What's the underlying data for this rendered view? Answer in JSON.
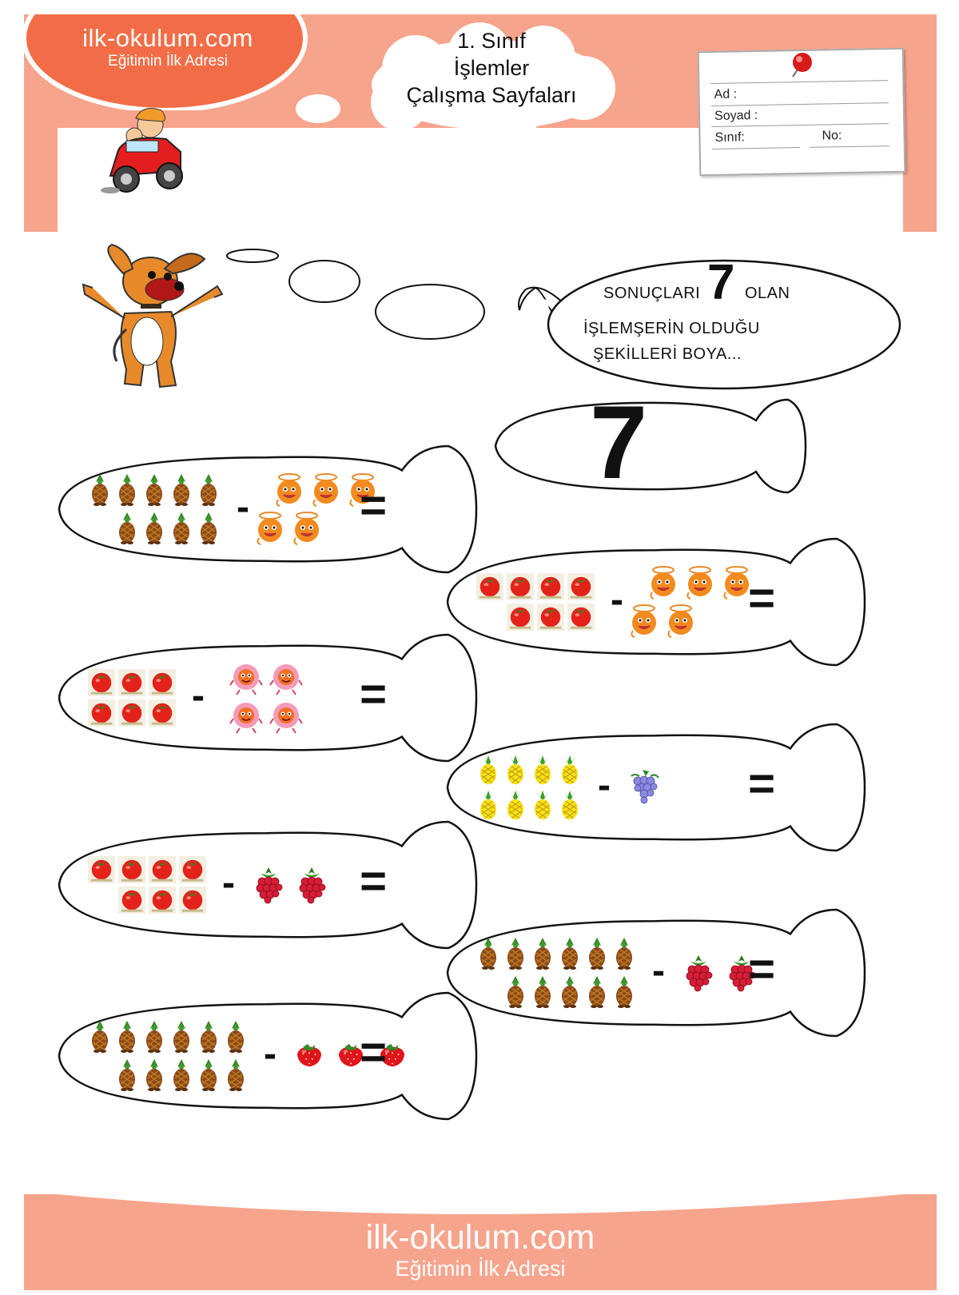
{
  "header": {
    "logo_title": "ilk-okulum.com",
    "logo_subtitle": "Eğitimin İlk Adresi",
    "title_lines": [
      "1. Sınıf",
      "İşlemler",
      "Çalışma Sayfaları"
    ]
  },
  "name_card": {
    "name_label": "Ad :",
    "surname_label": "Soyad :",
    "class_label": "Sınıf:",
    "number_label": "No:"
  },
  "instruction": {
    "line1_a": "SONUÇLARI",
    "number": "7",
    "line1_b": "OLAN",
    "line2": "İŞLEMŞERİN OLDUĞU",
    "line3": "ŞEKİLLERİ BOYA..."
  },
  "target_number": "7",
  "operators": {
    "minus": "-",
    "equals": "="
  },
  "exercises": [
    {
      "left_fruit": "pineapple-brown",
      "left_count": 9,
      "right_fruit": "orange",
      "right_count": 5
    },
    {
      "left_fruit": "tomato",
      "left_count": 7,
      "right_fruit": "orange",
      "right_count": 5
    },
    {
      "left_fruit": "tomato",
      "left_count": 6,
      "right_fruit": "pink-donut",
      "right_count": 4
    },
    {
      "left_fruit": "pineapple-yellow",
      "left_count": 8,
      "right_fruit": "grape",
      "right_count": 1
    },
    {
      "left_fruit": "tomato",
      "left_count": 7,
      "right_fruit": "raspberry",
      "right_count": 2
    },
    {
      "left_fruit": "pineapple-brown",
      "left_count": 11,
      "right_fruit": "raspberry",
      "right_count": 2
    },
    {
      "left_fruit": "pineapple-brown",
      "left_count": 11,
      "right_fruit": "strawberry",
      "right_count": 3
    }
  ],
  "footer": {
    "title": "ilk-okulum.com",
    "subtitle": "Eğitimin İlk Adresi"
  },
  "colors": {
    "band": "#f7a48d",
    "logo_oval": "#f26d47",
    "text": "#111111"
  }
}
